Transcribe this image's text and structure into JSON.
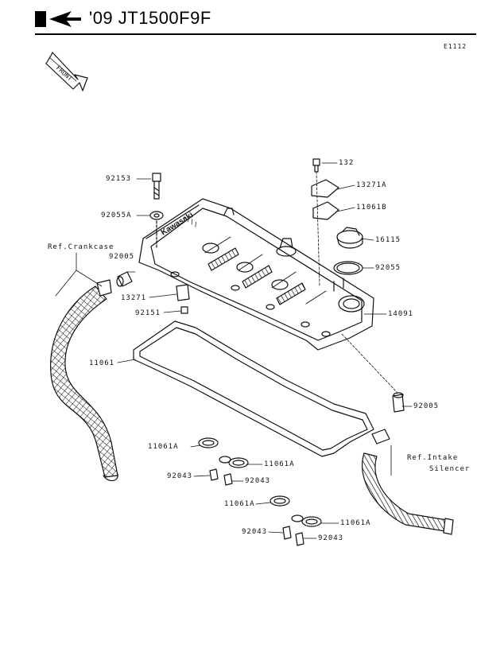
{
  "header": {
    "model": "'09 JT1500F9F",
    "ref_code": "E1112"
  },
  "front_indicator": "FRONT",
  "cover_brand_text": "Kawasaki",
  "callouts": {
    "bolt_132": "132",
    "plate_13271a": "13271A",
    "gasket_11061b": "11061B",
    "cap_16115": "16115",
    "oring_92055": "92055",
    "cover_14091": "14091",
    "bolt_92153": "92153",
    "washer_92055a": "92055A",
    "ref_crankcase": "Ref.Crankcase",
    "fitting_92005_left": "92005",
    "bracket_13271": "13271",
    "bolt_92151": "92151",
    "gasket_11061": "11061",
    "fitting_92005_right": "92005",
    "ref_intake": "Ref.Intake",
    "ref_silencer": "Silencer",
    "ring_a1_left": "11061A",
    "ring_a1_right": "11061A",
    "collar_a1_left": "92043",
    "collar_a1_right": "92043",
    "ring_a2_left": "11061A",
    "ring_a2_right": "11061A",
    "collar_a2_left": "92043",
    "collar_a2_right": "92043"
  }
}
